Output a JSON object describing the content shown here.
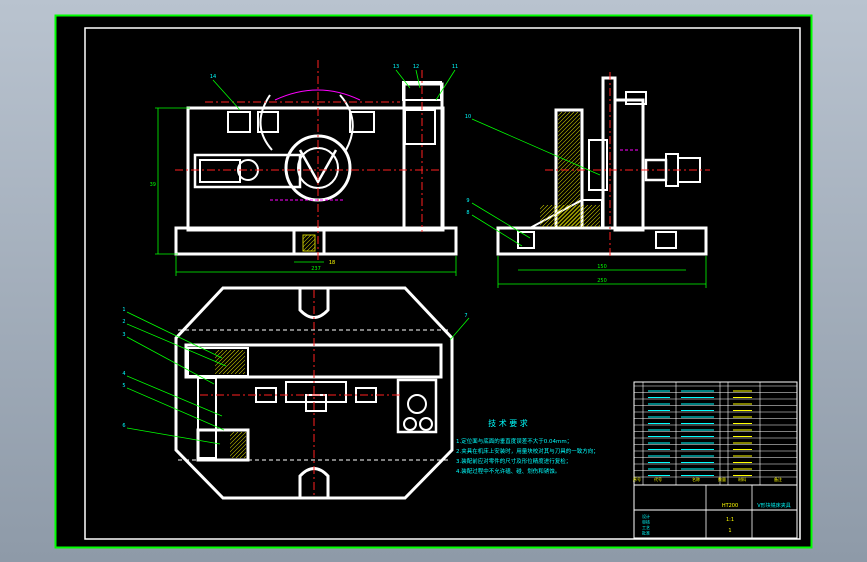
{
  "colors": {
    "background": "#000000",
    "outer_frame": "#00ff00",
    "inner_frame": "#ffffff",
    "part_outline": "#ffffff",
    "centerline": "#ff2020",
    "dimension": "#00ff00",
    "leader": "#00ff00",
    "hatch": "#c8c800",
    "hidden_line": "#ff00ff",
    "text": "#00ffff",
    "text_alt": "#ffff00"
  },
  "balloons": {
    "top_view": [
      "14",
      "13",
      "12",
      "11"
    ],
    "side_view": [
      "10",
      "9",
      "8"
    ],
    "plan_view": [
      "1",
      "2",
      "3",
      "4",
      "5",
      "6",
      "7"
    ]
  },
  "dimensions": {
    "front_height": "39",
    "front_width": "237",
    "slot_width": "18",
    "side_width_1": "150",
    "side_width_2": "250"
  },
  "tech_notes": {
    "title": "技 术 要 求",
    "items": [
      "1.定位面与底面的垂直度误差不大于0.04mm；",
      "2.夹具在机床上安装时，用量块校对其与刀具的一致方向；",
      "3.装配前应对零件的尺寸及形位精度进行复检；",
      "4.装配过程中不允许磕、碰、划伤和锈蚀。"
    ]
  },
  "title_block": {
    "drawing_name": "Ⅴ形块铣床夹具",
    "material": "HT200",
    "scale": "1:1",
    "sheet": "1",
    "header_labels": [
      "序号",
      "代号",
      "名称",
      "数量",
      "材料",
      "备注"
    ],
    "signature_labels": [
      "设计",
      "审核",
      "工艺",
      "批准"
    ]
  }
}
